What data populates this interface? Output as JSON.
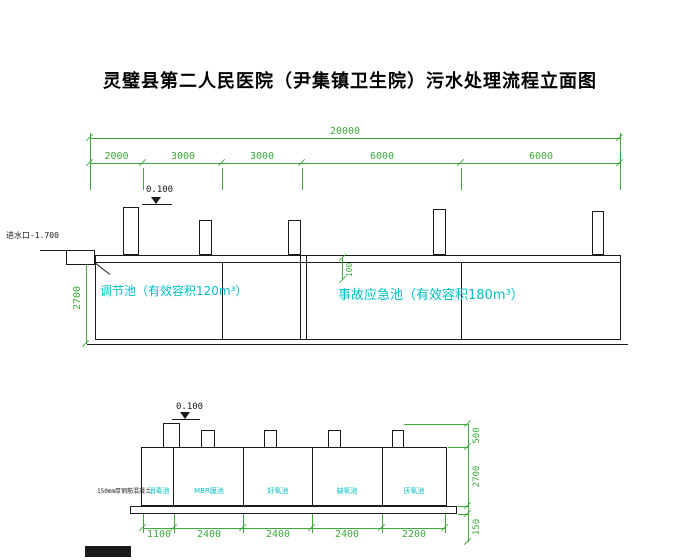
{
  "title": "灵璧县第二人民医院（尹集镇卫生院）污水处理流程立面图",
  "colors": {
    "dimension_green": "#3da93d",
    "label_cyan": "#00c0c6",
    "line_black": "#1a1a1a"
  },
  "top_view": {
    "overall_dim": "20000",
    "segment_dims": [
      "2000",
      "3000",
      "3000",
      "6000",
      "6000"
    ],
    "elevation_mark": "0.100",
    "inlet_label": "进水口-1.700",
    "depth_dim": "2700",
    "freeboard_dim": "100",
    "tank_labels": [
      "调节池（有效容积120m³）",
      "事故应急池（有效容积180m³）"
    ]
  },
  "bottom_view": {
    "elevation_mark": "0.100",
    "wall_note": "150mm厚钢筋混凝土",
    "compartment_labels": [
      "消毒池",
      "MBR膜池",
      "好氧池",
      "缺氧池",
      "厌氧池"
    ],
    "segment_dims": [
      "1100",
      "2400",
      "2400",
      "2400",
      "2200"
    ],
    "side_dims": [
      "500",
      "2700",
      "150"
    ]
  }
}
